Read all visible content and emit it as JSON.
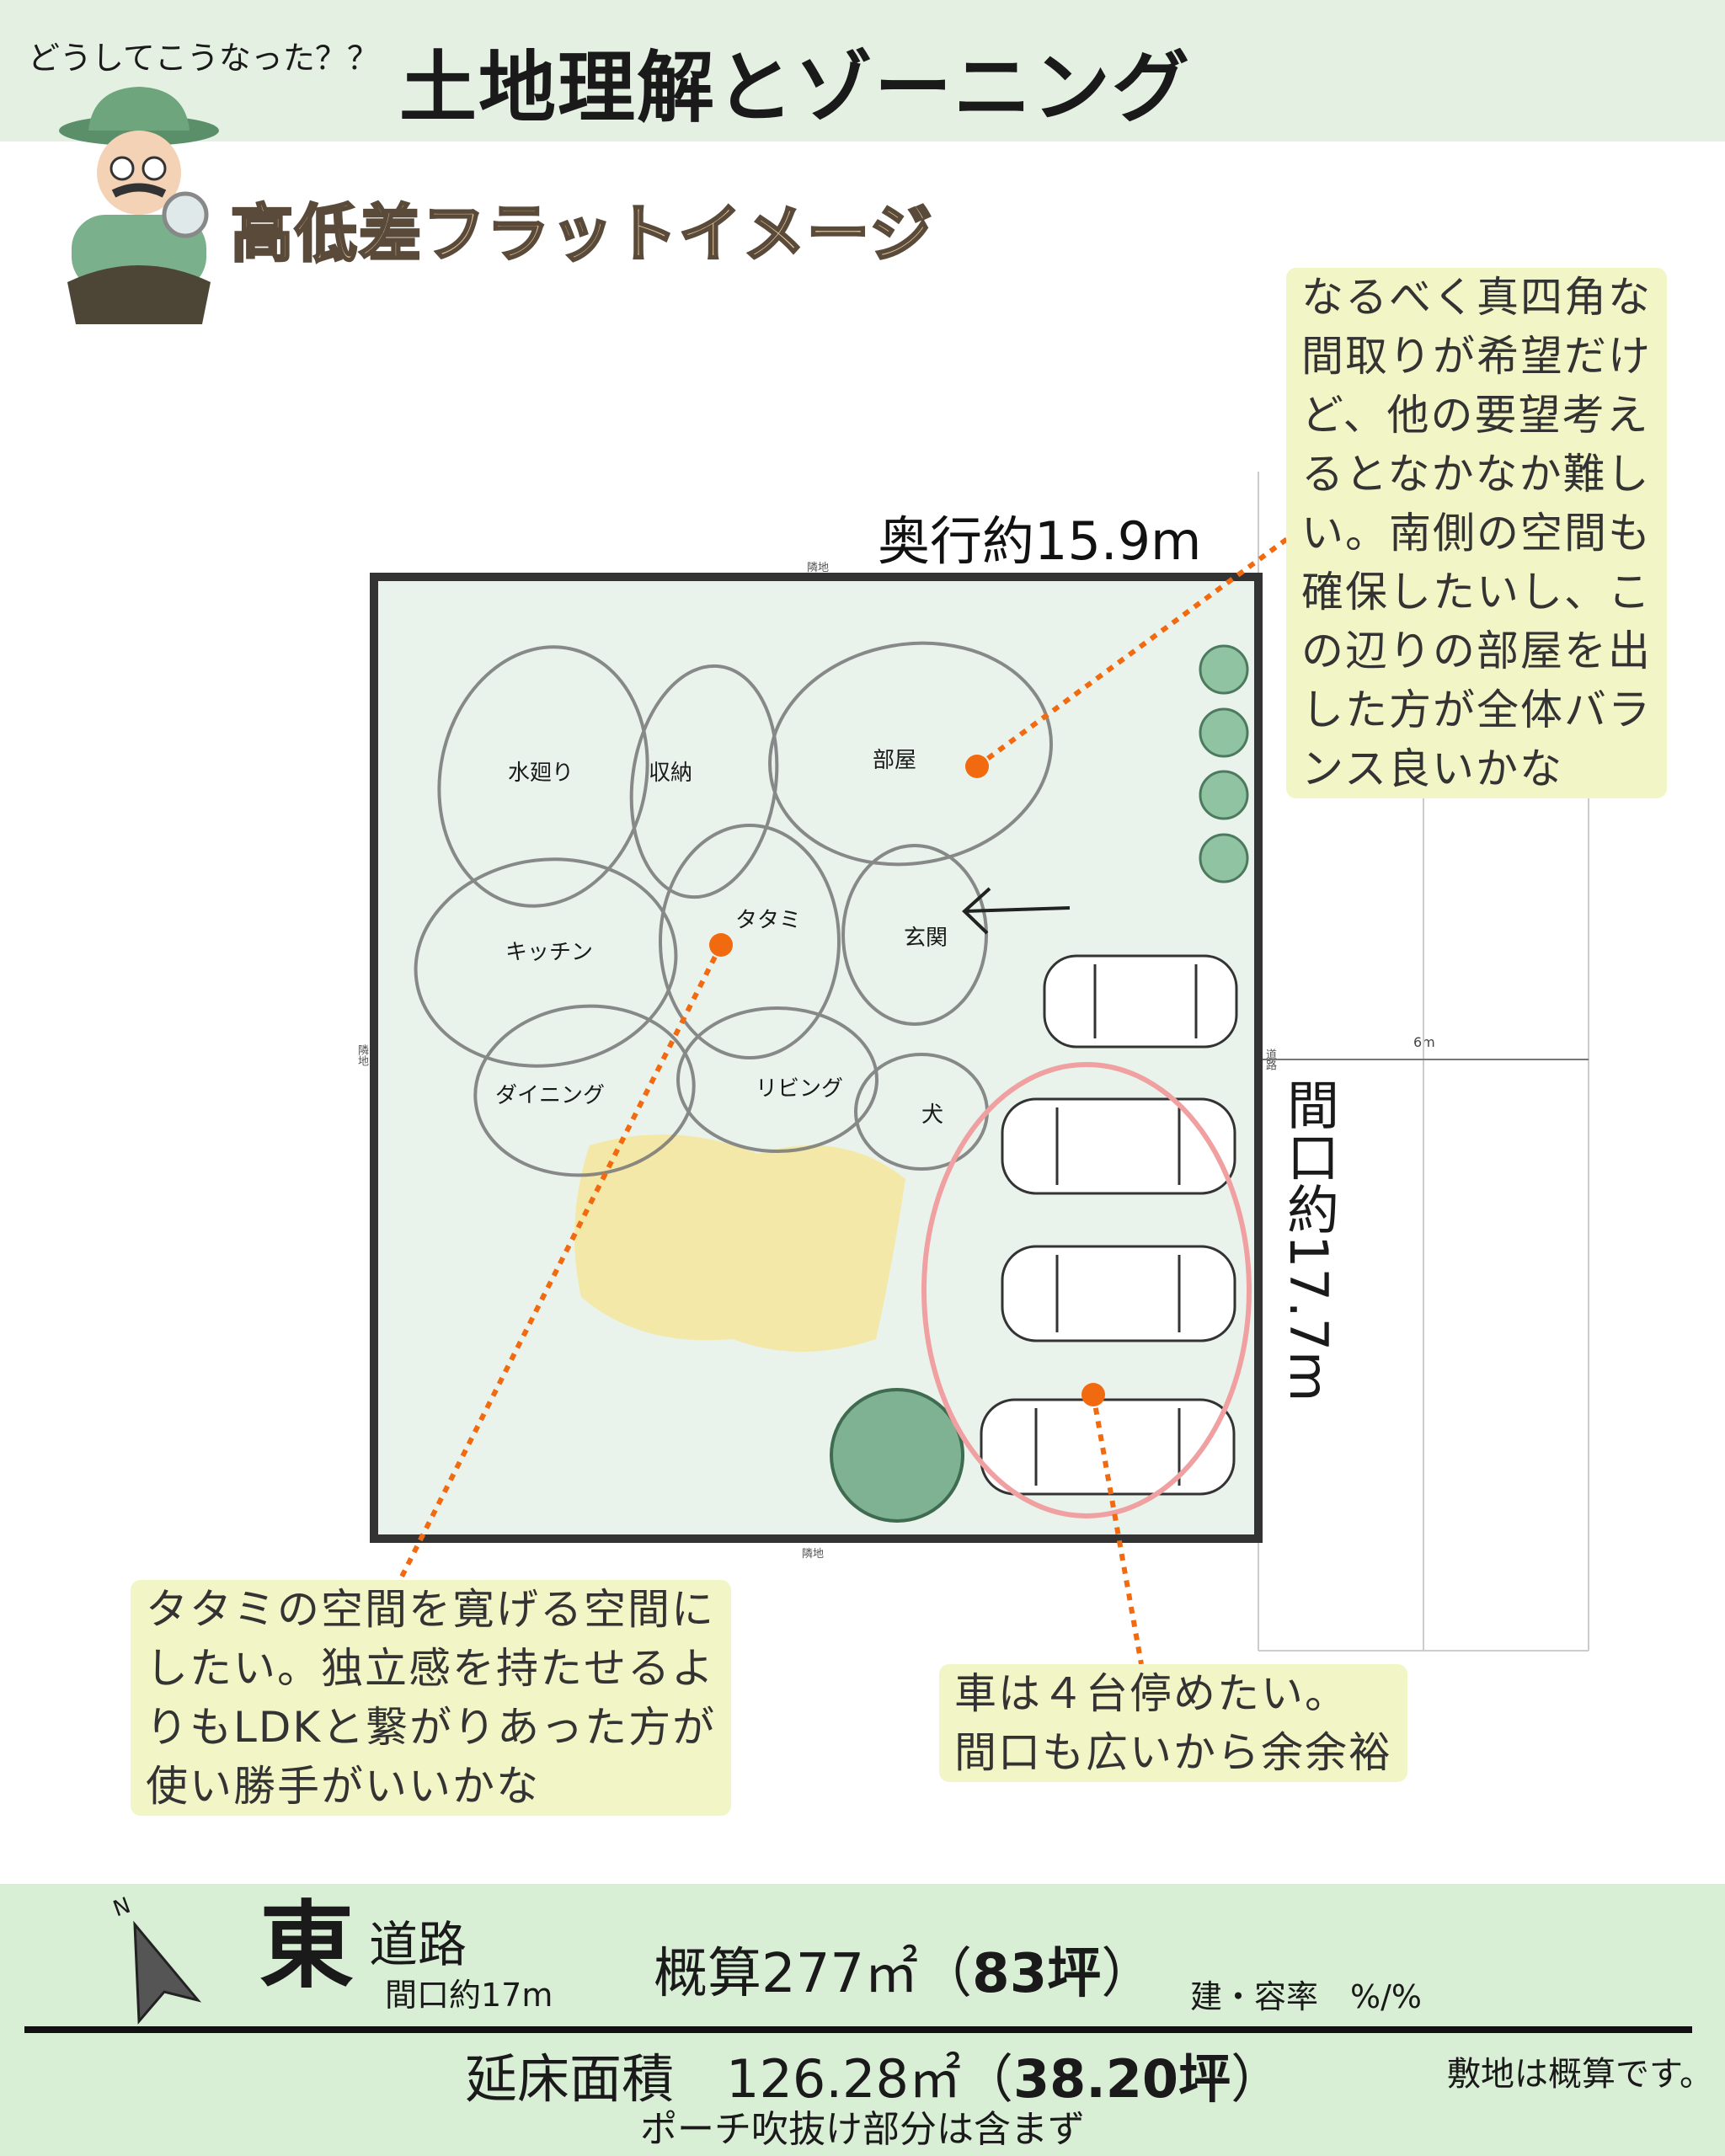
{
  "header": {
    "kicker": "どうしてこうなった？？",
    "title": "土地理解とゾーニング",
    "subtitle": "高低差フラットイメージ"
  },
  "notes": {
    "right": [
      "なるべく真四角な",
      "間取りが希望だけ",
      "ど、他の要望考え",
      "るとなかなか難し",
      "い。南側の空間も",
      "確保したいし、こ",
      "の辺りの部屋を出",
      "した方が全体バラ",
      "ンス良いかな"
    ],
    "tatami": [
      "タタミの空間を寛げる空間に",
      "したい。独立感を持たせるよ",
      "りもLDKと繋がりあった方が",
      "使い勝手がいいかな"
    ],
    "cars": [
      "車は４台停めたい。",
      "間口も広いから余余裕"
    ]
  },
  "site": {
    "depth": "奥行約15.9m",
    "frontage": "間口約17.7m",
    "neighbor": "隣地",
    "road": "道路",
    "setback": "6m",
    "zones": [
      "水廻り",
      "収納",
      "部屋",
      "タタミ",
      "キッチン",
      "玄関",
      "ダイニング",
      "リビング",
      "犬"
    ]
  },
  "footer": {
    "compass": "N",
    "direction": "東",
    "road": "道路",
    "road_frontage": "間口約17m",
    "site_area": "概算277㎡（",
    "site_tsubo": "83坪",
    "site_close": "）",
    "ratio": "建・容率　%/%",
    "floor_area": "延床面積　126.28㎡（",
    "floor_tsubo": "38.20坪",
    "floor_close": "）",
    "floor_note": "ポーチ吹抜け部分は含まず",
    "site_note": "敷地は概算です。"
  },
  "colors": {
    "accent": "#f26a10",
    "plot": "#e9f3ec",
    "note": "#f2f6c6",
    "footer": "#d9efd5",
    "header": "#e4f0e2"
  }
}
